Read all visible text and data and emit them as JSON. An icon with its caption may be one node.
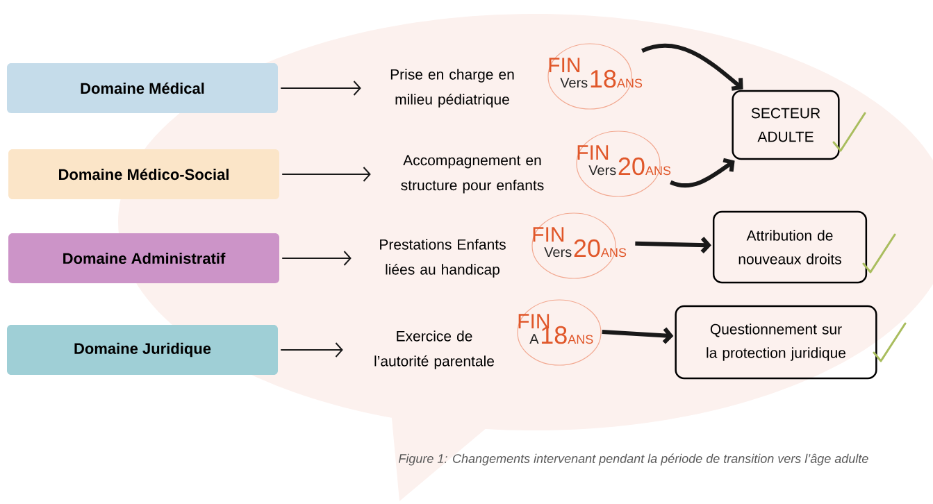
{
  "diagram": {
    "caption": "Figure 1: Changements intervenant pendant la période de transition vers l’âge adulte",
    "nodes": [
      {
        "text": [
          "Domaine Médical"
        ]
      },
      {
        "text": [
          "Domaine Médico-Social"
        ]
      },
      {
        "text": [
          "Domaine Administratif"
        ]
      },
      {
        "text": [
          "Domaine Juridique"
        ]
      },
      {
        "text": [
          "Prise en charge en milieu pédiatrique"
        ]
      },
      {
        "text": [
          "Accompagnement en structure pour enfants"
        ]
      },
      {
        "text": [
          "Prestations Enfants liées au handicap"
        ]
      },
      {
        "text": [
          "Exercice de l’autorité parentale"
        ]
      },
      {
        "text": [
          "FIN",
          "Vers",
          "18",
          "ANS"
        ]
      },
      {
        "text": [
          "FIN",
          "Vers",
          "20",
          "ANS"
        ]
      },
      {
        "text": [
          "FIN",
          "Vers",
          "20",
          "ANS"
        ]
      },
      {
        "text": [
          "FIN",
          "A",
          "18",
          "ANS"
        ]
      },
      {
        "text": [
          "SECTEUR ADULTE"
        ]
      },
      {
        "text": [
          "Attribution de nouveaux droits"
        ]
      },
      {
        "text": [
          "Questionnement sur la protection juridique"
        ]
      }
    ],
    "edges": [
      {
        "from": 0,
        "to": 4,
        "arrow": "to"
      },
      {
        "from": 1,
        "to": 5,
        "arrow": "to"
      },
      {
        "from": 2,
        "to": 6,
        "arrow": "to"
      },
      {
        "from": 3,
        "to": 7,
        "arrow": "to"
      },
      {
        "from": 8,
        "to": 12,
        "arrow": "to",
        "style": "thick"
      },
      {
        "from": 9,
        "to": 12,
        "arrow": "to",
        "style": "thick"
      },
      {
        "from": 10,
        "to": 13,
        "arrow": "to",
        "style": "thick"
      },
      {
        "from": 11,
        "to": 14,
        "arrow": "to",
        "style": "thick"
      }
    ]
  }
}
